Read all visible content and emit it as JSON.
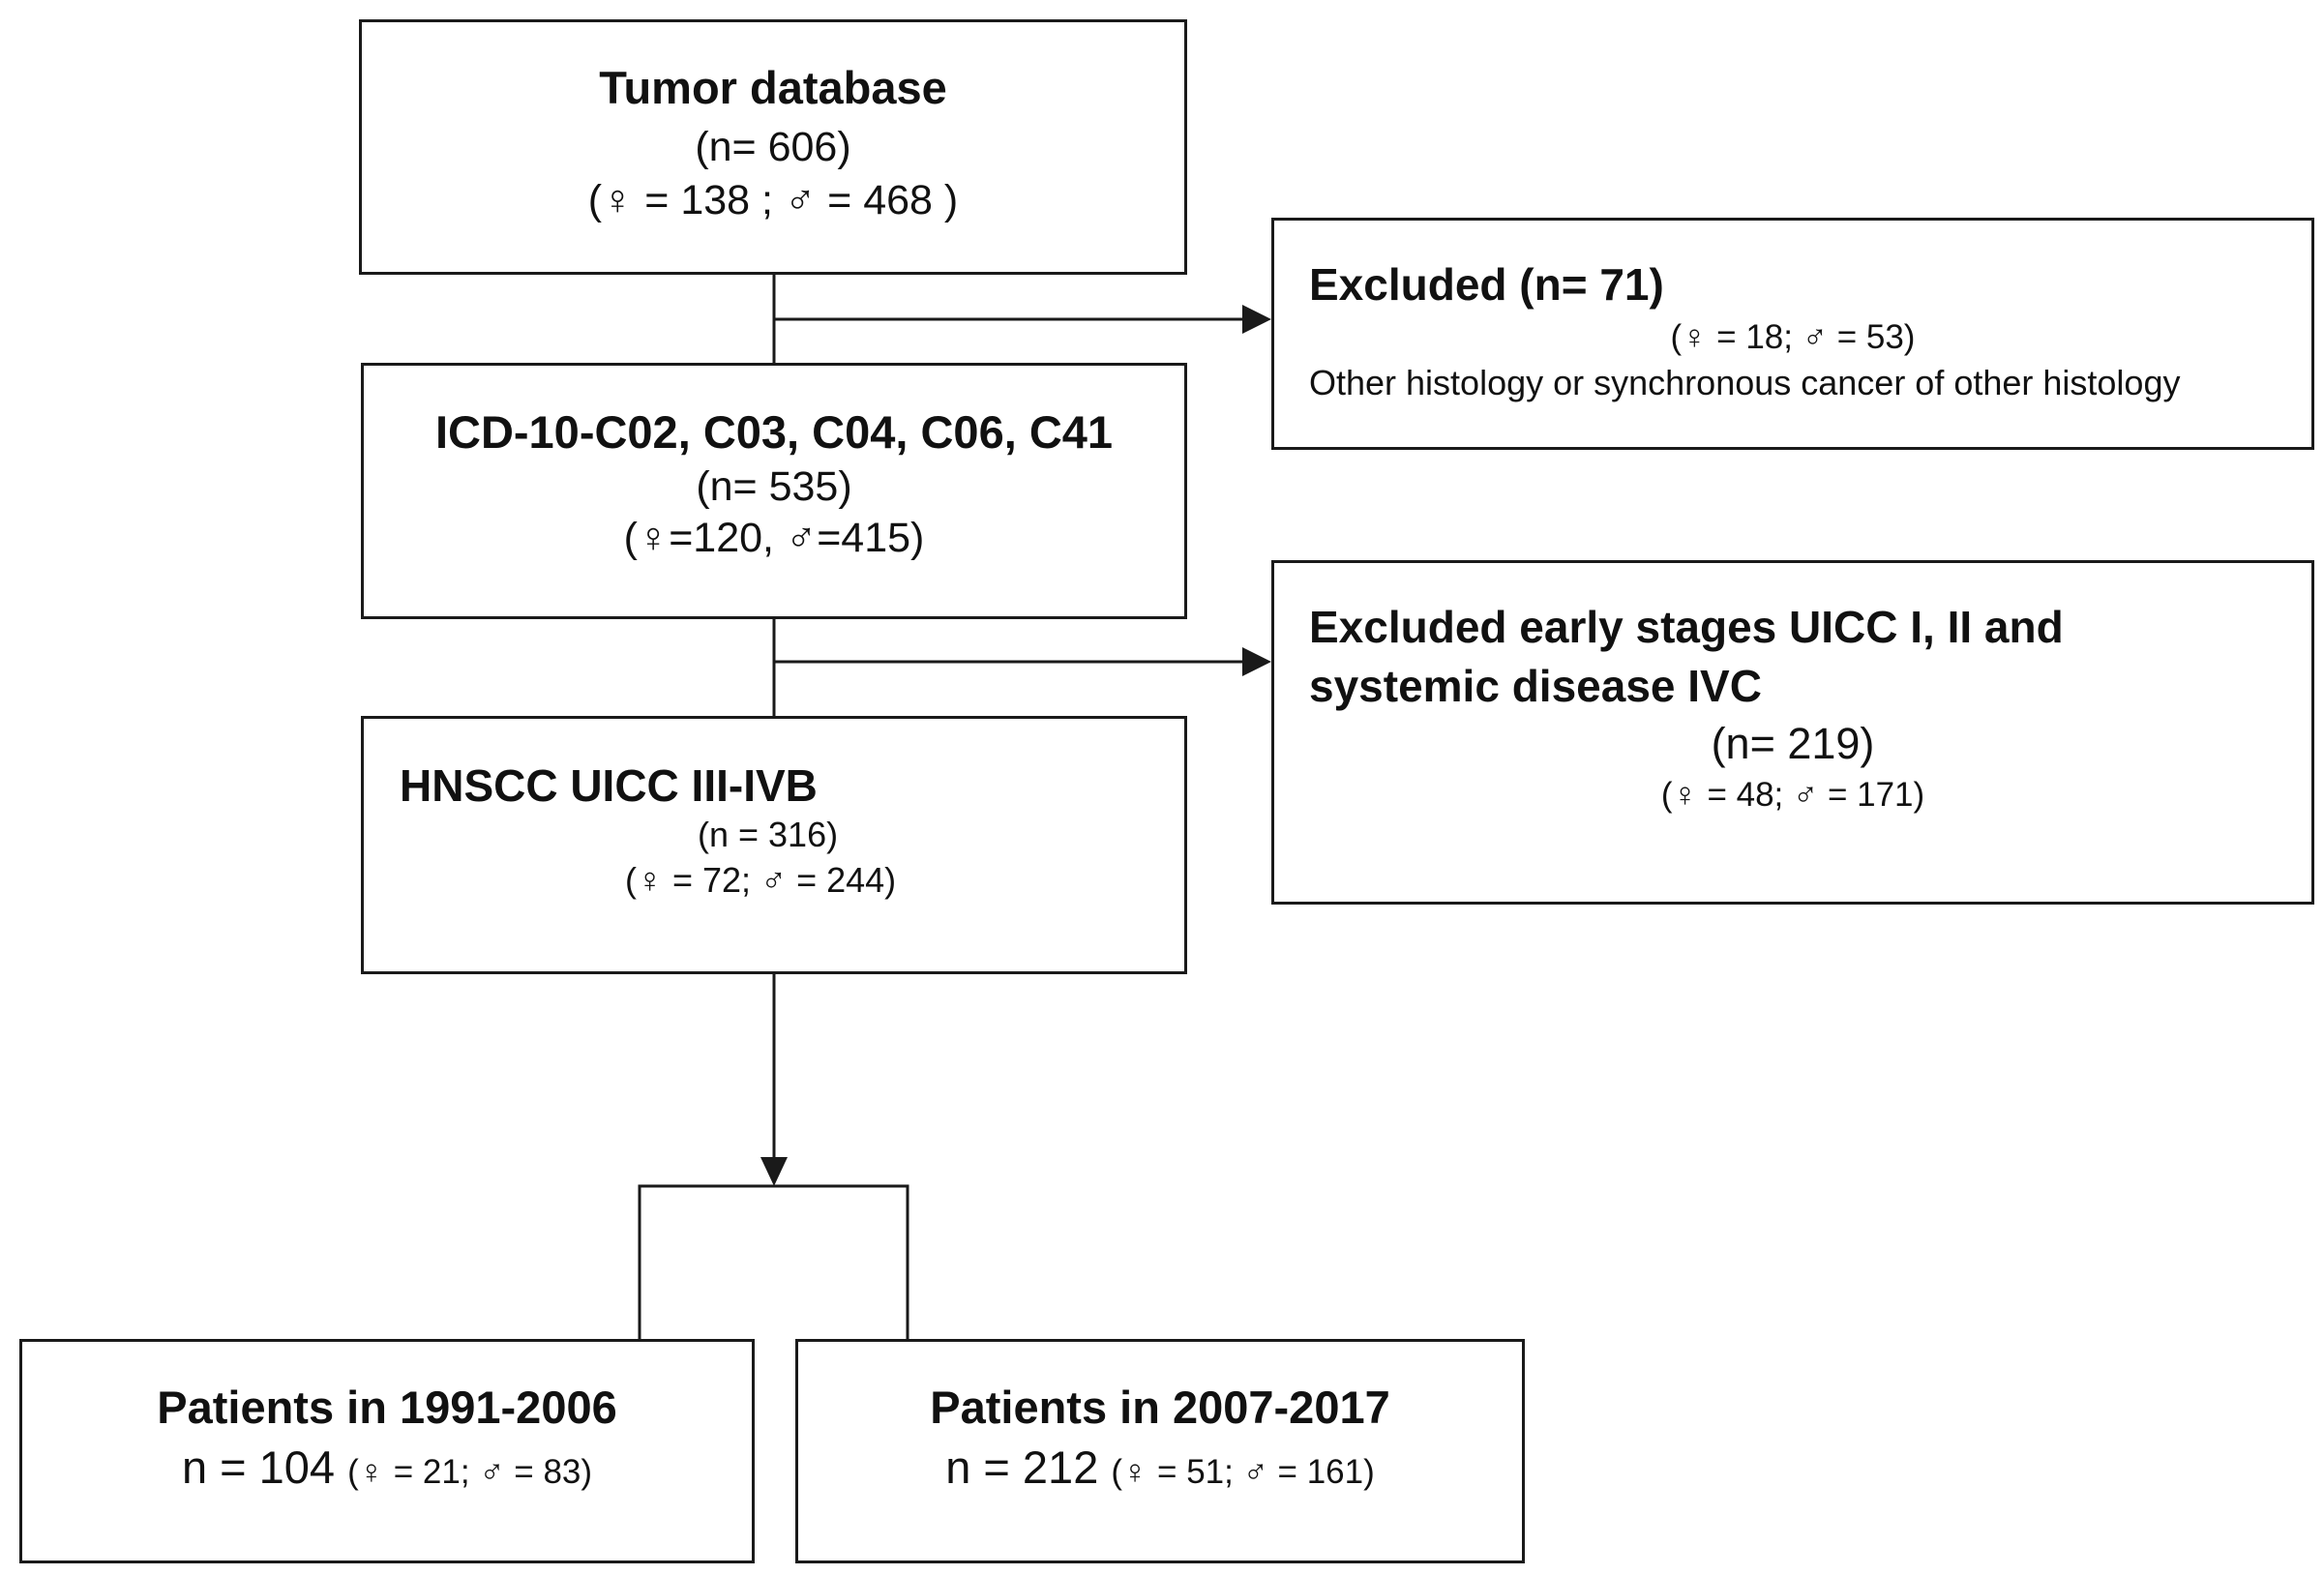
{
  "tumor_database": {
    "title": "Tumor database",
    "count": "(n= 606)",
    "sex": "(♀ = 138  ; ♂ = 468 )"
  },
  "icd_codes": {
    "title": "ICD-10-C02, C03, C04, C06, C41",
    "count": "(n= 535)",
    "sex": "(♀=120, ♂=415)"
  },
  "hnscc": {
    "title": "HNSCC  UICC  III-IVB",
    "count": "(n = 316)",
    "sex": "(♀ = 72; ♂ = 244)"
  },
  "excluded_histology": {
    "title": "Excluded  (n= 71)",
    "sex": "(♀ = 18; ♂ = 53)",
    "reason": "Other  histology  or synchronous cancer of other histology"
  },
  "excluded_stages": {
    "title_line1": "Excluded early stages UICC I, II and",
    "title_line2": "systemic disease IVC",
    "count": "(n= 219)",
    "sex": "(♀ = 48; ♂ = 171)"
  },
  "patients_early": {
    "title": "Patients in  1991-2006",
    "count": "n = 104",
    "sex": "(♀ = 21; ♂ = 83)"
  },
  "patients_late": {
    "title": "Patients in  2007-2017",
    "count": "n = 212",
    "sex": "(♀ = 51; ♂ = 161)"
  },
  "colors": {
    "stroke": "#1a1a1a",
    "background": "#ffffff"
  }
}
